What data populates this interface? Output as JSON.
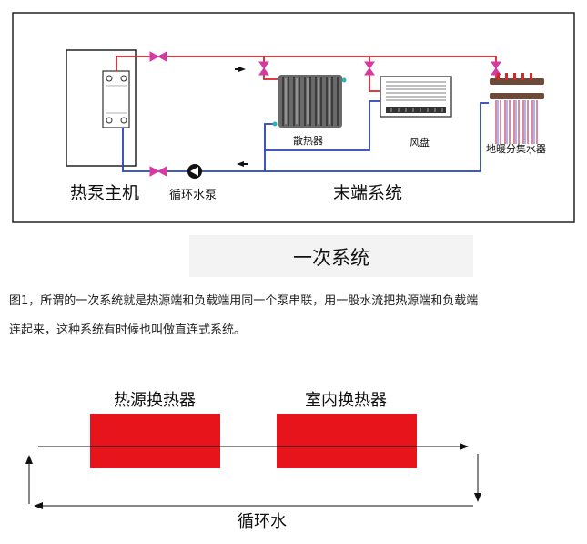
{
  "top_diagram": {
    "heat_pump_label": "热泵主机",
    "pump_label": "循环水泵",
    "terminal_label": "末端系统",
    "radiator_label": "散热器",
    "fan_coil_label": "风盘",
    "manifold_label": "地暖分集水器",
    "caption": "一次系统"
  },
  "paragraph": {
    "line1": "图1，所谓的一次系统就是热源端和负载端用同一个泵串联，用一股水流把热源端和负载端",
    "line2": "连起来，这种系统有时候也叫做直连式系统。"
  },
  "bottom_diagram": {
    "source_exchanger_label": "热源换热器",
    "indoor_exchanger_label": "室内换热器",
    "loop_label": "循环水",
    "block_color": "#e8141b"
  },
  "colors": {
    "supply_pipe": "#d8202a",
    "return_pipe": "#2a43b8",
    "valve": "#d63aa0"
  }
}
